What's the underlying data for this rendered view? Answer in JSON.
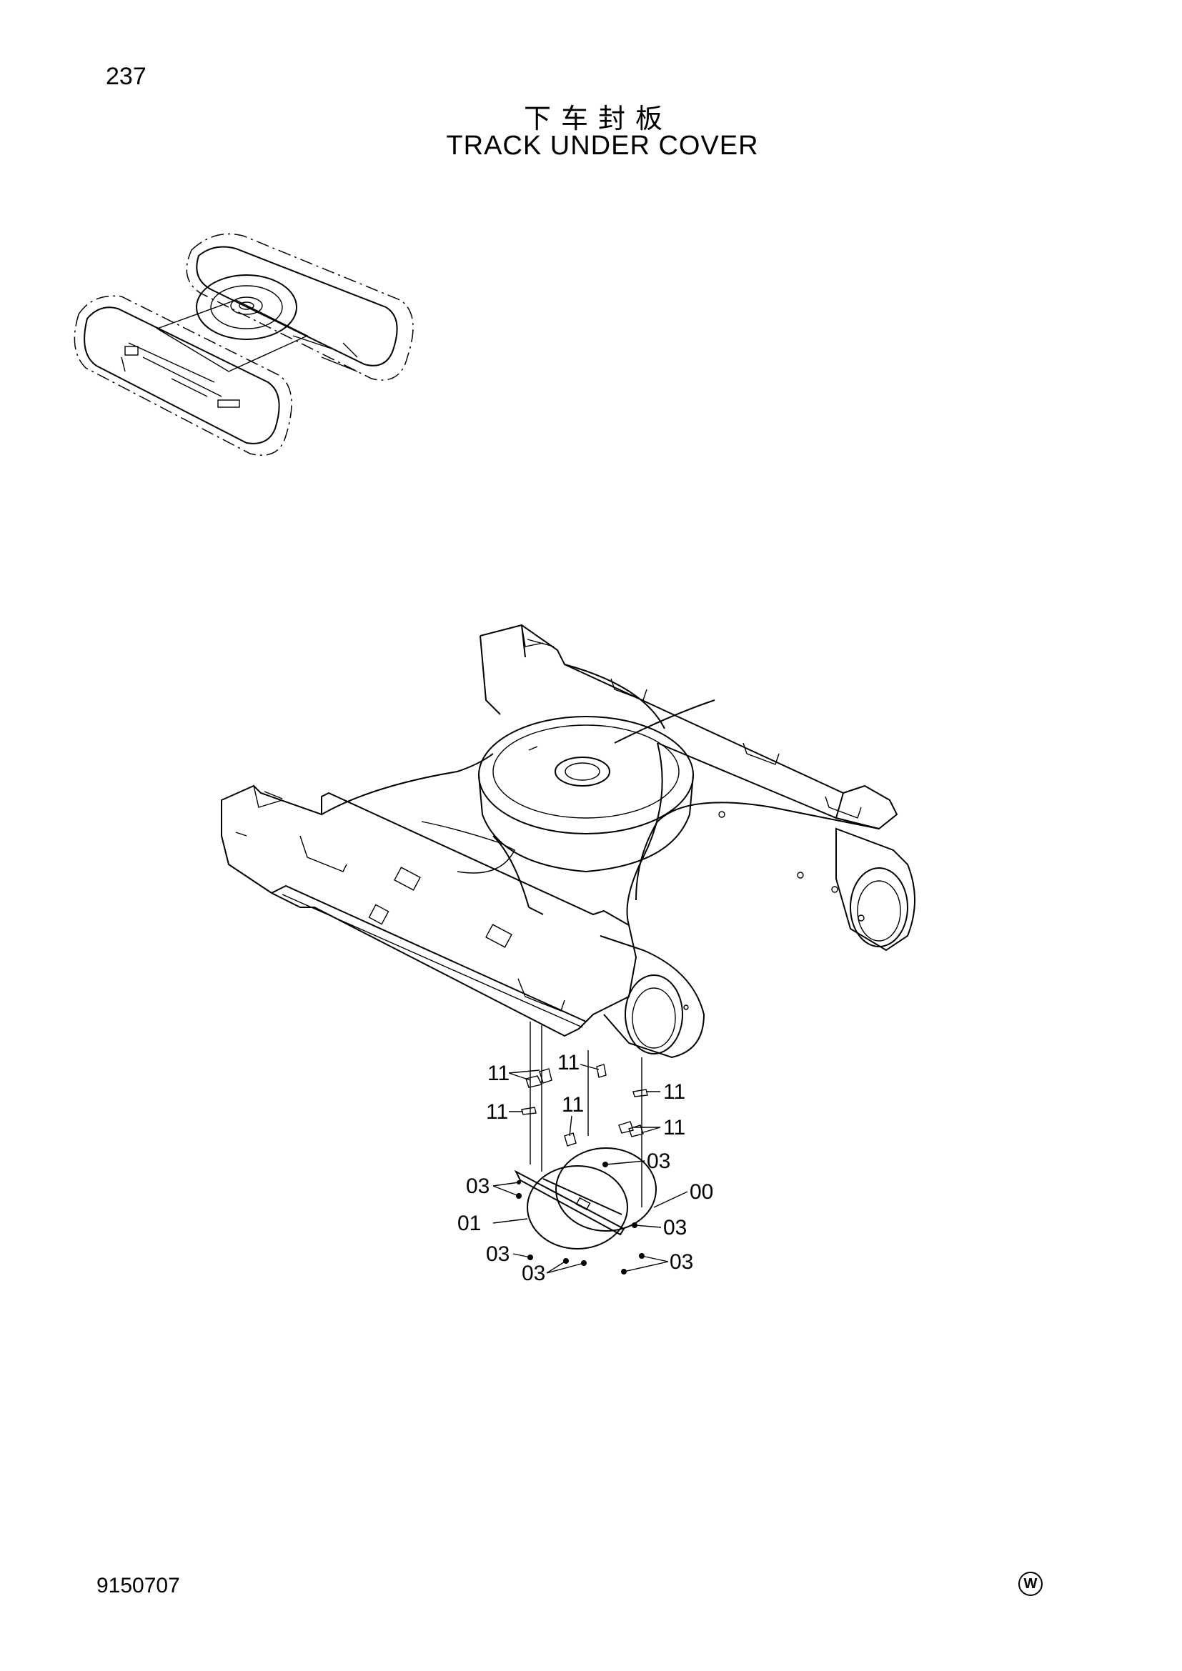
{
  "page": {
    "number": "237",
    "doc_code": "9150707",
    "corner_mark": "W"
  },
  "title": {
    "chinese": "下车封板",
    "english": "TRACK UNDER COVER"
  },
  "callouts": [
    "11",
    "11",
    "11",
    "11",
    "11",
    "11",
    "03",
    "03",
    "00",
    "01",
    "03",
    "03",
    "03",
    "03"
  ]
}
